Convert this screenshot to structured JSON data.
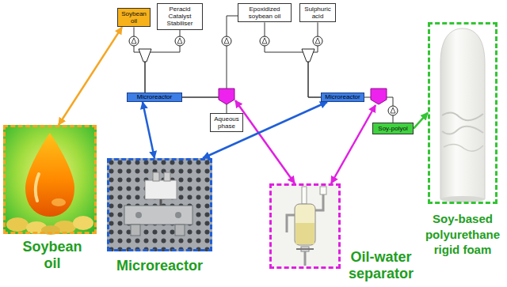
{
  "diagram": {
    "nodes": [
      {
        "text": [
          "Soybean oil"
        ]
      },
      {
        "text": [
          "Peracid Catalyst Stabiliser"
        ]
      },
      {
        "text": [
          "Microreactor"
        ]
      },
      {
        "text": [
          "Aqueous phase"
        ]
      },
      {
        "text": [
          "Epoxidized soybean oil"
        ]
      },
      {
        "text": [
          "Sulphuric acid"
        ]
      },
      {
        "text": [
          "Microreactor"
        ]
      },
      {
        "text": [
          "Soy-polyol"
        ]
      },
      {
        "text": [
          "Soybean oil"
        ]
      },
      {
        "text": [
          "Microreactor"
        ]
      },
      {
        "text": [
          "Oil-water separator"
        ]
      },
      {
        "text": [
          "Soy-based polyurethane rigid foam"
        ]
      }
    ],
    "edges": [
      {
        "from": 0,
        "to": 2,
        "arrow": "none"
      },
      {
        "from": 1,
        "to": 2,
        "arrow": "none"
      },
      {
        "from": 2,
        "to": 3,
        "arrow": "none"
      },
      {
        "from": 2,
        "to": 4,
        "arrow": "none"
      },
      {
        "from": 4,
        "to": 6,
        "arrow": "none"
      },
      {
        "from": 5,
        "to": 6,
        "arrow": "none"
      },
      {
        "from": 6,
        "to": 7,
        "arrow": "none"
      },
      {
        "from": 2,
        "to": 9,
        "arrow": "both"
      },
      {
        "from": 6,
        "to": 9,
        "arrow": "both"
      },
      {
        "from": 7,
        "to": 11,
        "arrow": "to"
      },
      {
        "from": 0,
        "to": 8,
        "arrow": "both"
      }
    ]
  }
}
